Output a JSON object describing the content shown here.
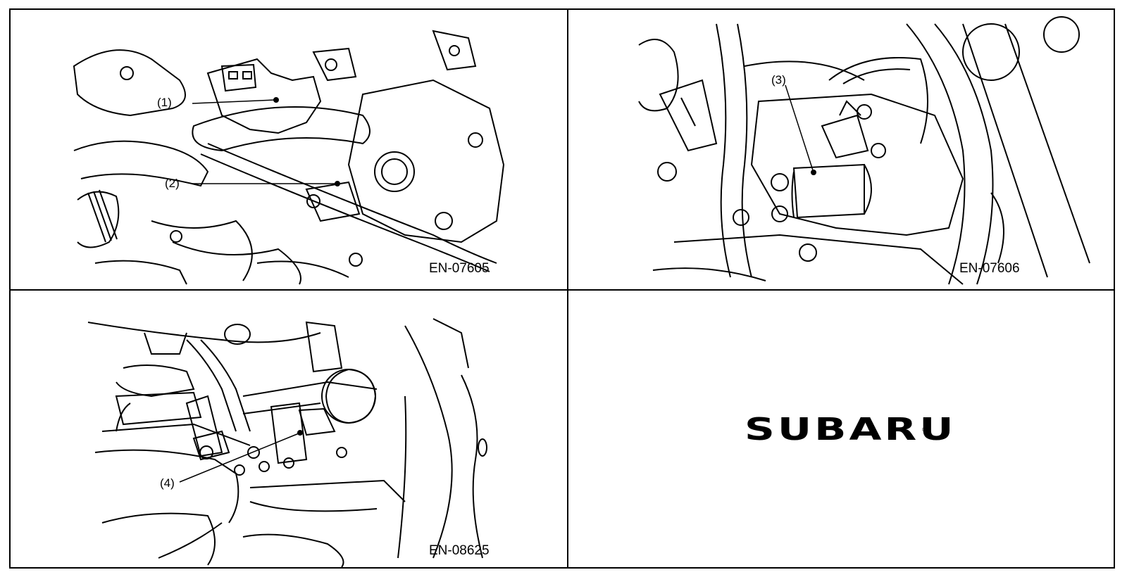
{
  "figures": [
    {
      "code": "EN-07605",
      "callouts": [
        "(1)",
        "(2)"
      ]
    },
    {
      "code": "EN-07606",
      "callouts": [
        "(3)"
      ]
    },
    {
      "code": "EN-08625",
      "callouts": [
        "(4)"
      ]
    }
  ],
  "brand": {
    "logo_text": "SUBARU",
    "mark": "®"
  }
}
